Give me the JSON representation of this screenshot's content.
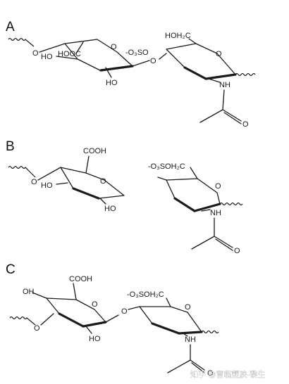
{
  "panels": [
    {
      "letter": "A",
      "labels": {
        "o_link_left": "O",
        "ho_top": "HO",
        "hooc": "HOOC",
        "o_ring1": "O",
        "ho_bottom": "HO",
        "o3so": "-O₃SO",
        "o_glyco": "O",
        "hoh2c": "HOH₂C",
        "o_ring2": "O",
        "nh": "NH",
        "o_acetyl": "O"
      }
    },
    {
      "letter": "B",
      "labels": {
        "cooh": "COOH",
        "o_link_left": "O",
        "ho_left": "HO",
        "ho_bottom": "HO",
        "o_ring1": "O",
        "o3soh2c": "-O₃SOH₂C",
        "o_ring2": "O",
        "nh": "NH",
        "o_acetyl": "O"
      }
    },
    {
      "letter": "C",
      "labels": {
        "cooh": "COOH",
        "oh_top": "OH",
        "o_ring1": "O",
        "o_link_left": "O",
        "ho_bottom": "HO",
        "o3soh2c": "-O₃SOH₂C",
        "o_glyco": "O",
        "o_ring2": "O",
        "nh": "NH",
        "o_acetyl": "O"
      }
    }
  ],
  "watermark": "知乎 @富临塑胶-黎生"
}
